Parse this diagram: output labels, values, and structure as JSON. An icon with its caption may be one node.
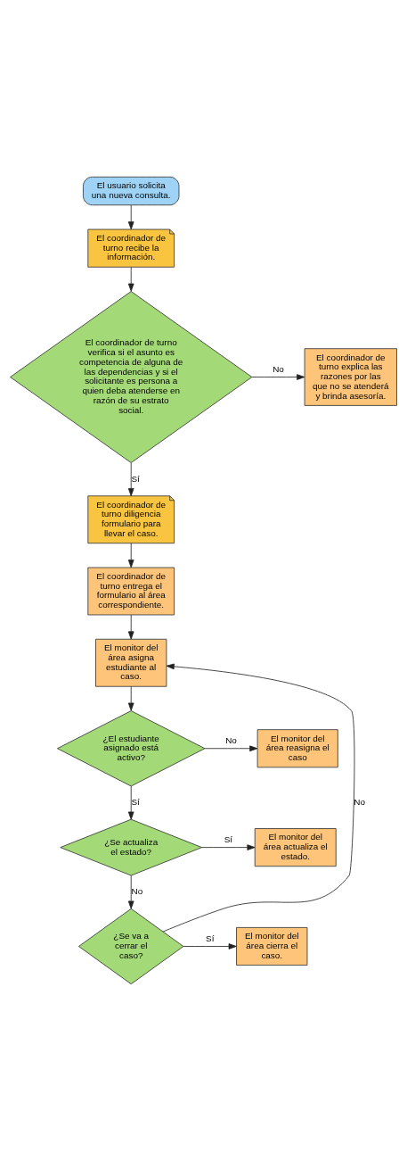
{
  "diagram": {
    "nodes": [
      {
        "text": [
          "El usuario solicita una nueva consulta."
        ]
      },
      {
        "text": [
          "El coordinador de turno recibe la información."
        ]
      },
      {
        "text": [
          "El coordinador de turno verifica si el asunto es competencia de alguna de las dependencias y si el solicitante es persona a quien deba atenderse en razón de su estrato social."
        ]
      },
      {
        "text": [
          "El coordinador de turno explica las razones por las que no se atenderá y brinda asesoría."
        ]
      },
      {
        "text": [
          "El coordinador de turno diligencia formulario para llevar el caso."
        ]
      },
      {
        "text": [
          "El coordinador de turno entrega el formulario al área correspondiente."
        ]
      },
      {
        "text": [
          "El monitor del área asigna estudiante al caso."
        ]
      },
      {
        "text": [
          "¿El estudiante asignado está activo?"
        ]
      },
      {
        "text": [
          "El monitor del área reasigna el caso"
        ]
      },
      {
        "text": [
          "¿Se actualiza el estado?"
        ]
      },
      {
        "text": [
          "El monitor del área actualiza el estado."
        ]
      },
      {
        "text": [
          "¿Se va a cerrar el caso?"
        ]
      },
      {
        "text": [
          "El monitor del área cierra el caso."
        ]
      }
    ],
    "edges": [
      {
        "from": 0,
        "to": 1,
        "arrow": "to"
      },
      {
        "from": 1,
        "to": 2,
        "arrow": "to"
      },
      {
        "from": 2,
        "to": 3,
        "arrow": "to",
        "label": "No"
      },
      {
        "from": 2,
        "to": 4,
        "arrow": "to",
        "label": "Sí"
      },
      {
        "from": 4,
        "to": 5,
        "arrow": "to"
      },
      {
        "from": 5,
        "to": 6,
        "arrow": "to"
      },
      {
        "from": 6,
        "to": 7,
        "arrow": "to"
      },
      {
        "from": 7,
        "to": 8,
        "arrow": "to",
        "label": "No"
      },
      {
        "from": 7,
        "to": 9,
        "arrow": "to",
        "label": "Sí"
      },
      {
        "from": 9,
        "to": 10,
        "arrow": "to",
        "label": "Sí"
      },
      {
        "from": 9,
        "to": 11,
        "arrow": "to",
        "label": "No"
      },
      {
        "from": 11,
        "to": 12,
        "arrow": "to",
        "label": "Sí"
      },
      {
        "from": 11,
        "to": 6,
        "arrow": "to",
        "label": "No"
      }
    ]
  }
}
